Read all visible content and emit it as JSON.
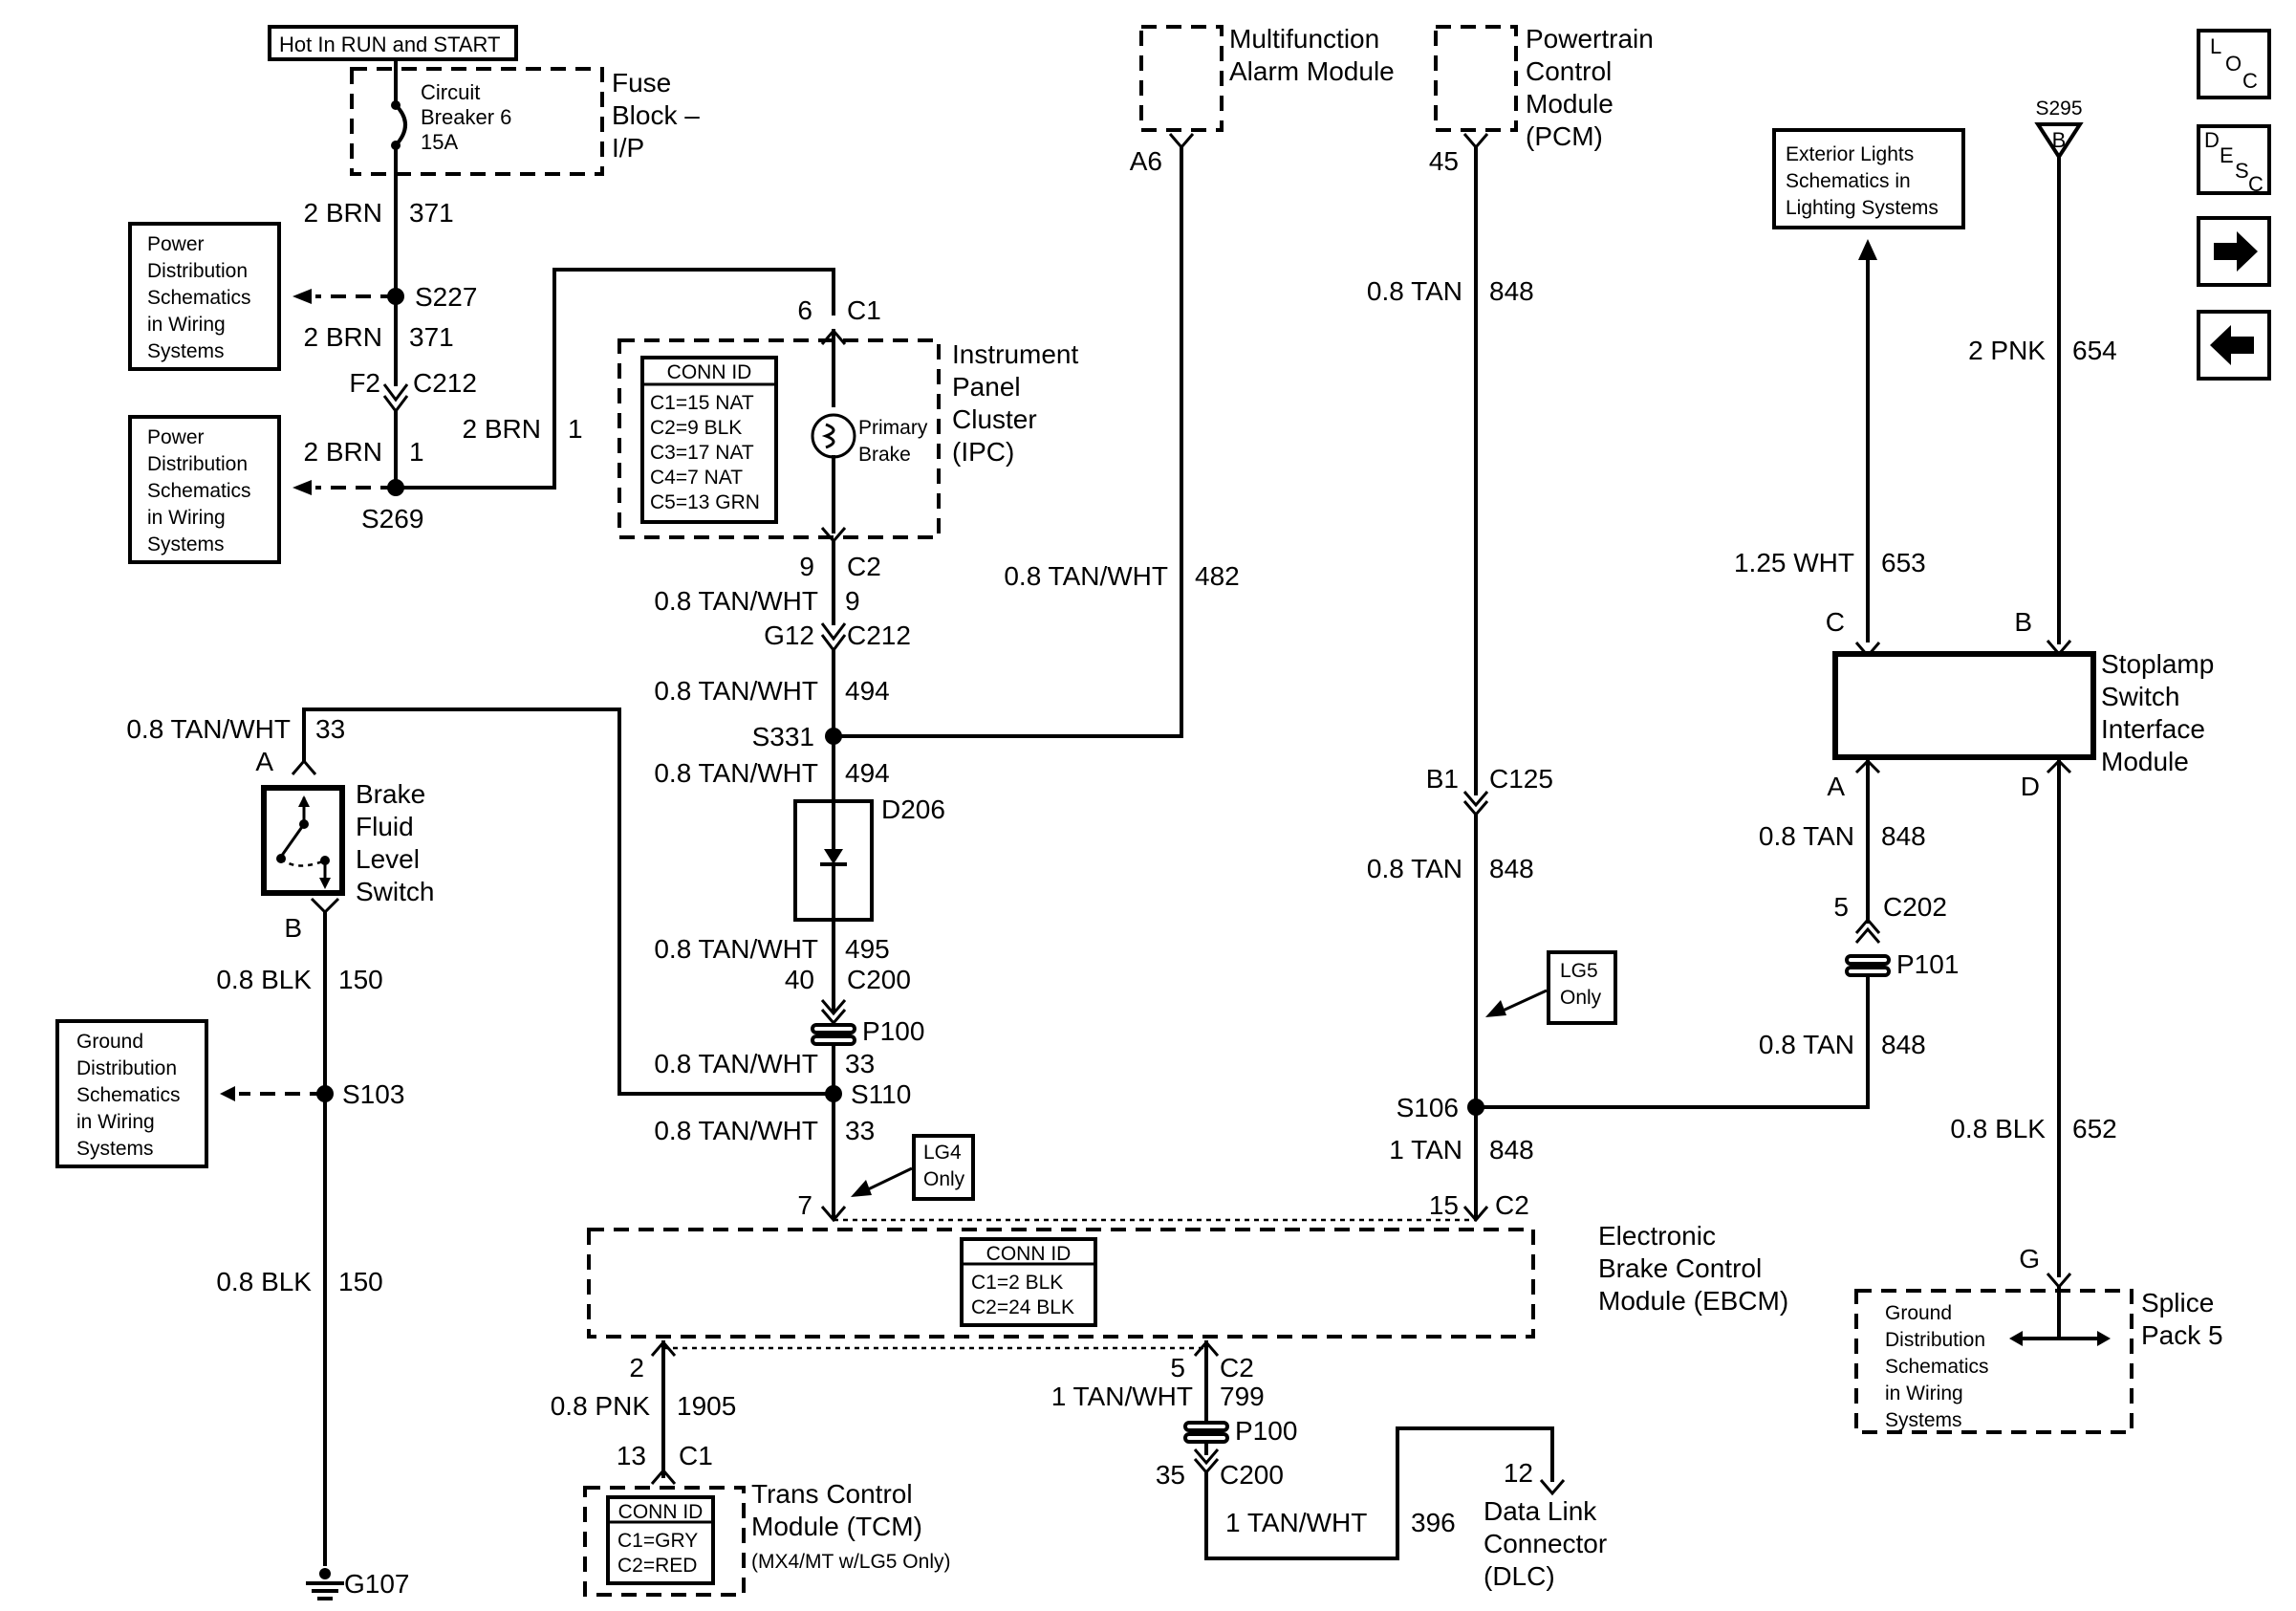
{
  "power": {
    "hot_label": "Hot In RUN and START",
    "cb_lines": [
      "Circuit",
      "Breaker 6",
      "15A"
    ],
    "fuse_block": [
      "Fuse",
      "Block –",
      "I/P"
    ],
    "w1_gauge": "2 BRN",
    "w1_circuit": "371",
    "s227": "S227",
    "w2_gauge": "2 BRN",
    "w2_circuit": "371",
    "c212_pin": "F2",
    "c212": "C212",
    "w3_gauge": "2 BRN",
    "w3_circuit": "1",
    "w4_gauge": "2 BRN",
    "w4_circuit": "1",
    "s269": "S269",
    "pd_box_1": [
      "Power",
      "Distribution",
      "Schematics",
      "in Wiring",
      "Systems"
    ],
    "pd_box_2": [
      "Power",
      "Distribution",
      "Schematics",
      "in Wiring",
      "Systems"
    ]
  },
  "ipc": {
    "pin_top": "6",
    "conn_top": "C1",
    "name": [
      "Instrument",
      "Panel",
      "Cluster",
      "(IPC)"
    ],
    "conn_id_title": "CONN ID",
    "conn_ids": [
      "C1=15 NAT",
      "C2=9 BLK",
      "C3=17 NAT",
      "C4=7 NAT",
      "C5=13 GRN"
    ],
    "bulb_label": [
      "Primary",
      "Brake"
    ],
    "pin_bottom": "9",
    "conn_bottom": "C2",
    "w1_gauge": "0.8 TAN/WHT",
    "w1_circuit": "9",
    "g12_pin": "G12",
    "c212": "C212",
    "w2_gauge": "0.8 TAN/WHT",
    "w2_circuit": "494",
    "s331": "S331",
    "w3_gauge": "0.8 TAN/WHT",
    "w3_circuit": "494",
    "d206": "D206",
    "w4_gauge": "0.8 TAN/WHT",
    "w4_circuit": "495",
    "c200_pin": "40",
    "c200": "C200",
    "p100": "P100",
    "w5_gauge": "0.8 TAN/WHT",
    "w5_circuit": "33",
    "s110": "S110",
    "w6_gauge": "0.8 TAN/WHT",
    "w6_circuit": "33",
    "lg4_note": [
      "LG4",
      "Only"
    ],
    "ebcm_pin": "7"
  },
  "alarm": {
    "name": [
      "Multifunction",
      "Alarm Module"
    ],
    "pin": "A6",
    "w_gauge": "0.8 TAN/WHT",
    "w_circuit": "482"
  },
  "pcm": {
    "name": [
      "Powertrain",
      "Control",
      "Module",
      "(PCM)"
    ],
    "pin": "45",
    "w1_gauge": "0.8 TAN",
    "w1_circuit": "848",
    "c125_pin": "B1",
    "c125": "C125",
    "w2_gauge": "0.8 TAN",
    "w2_circuit": "848",
    "lg5_note": [
      "LG5",
      "Only"
    ],
    "s106": "S106",
    "w3_gauge": "1 TAN",
    "w3_circuit": "848",
    "ebcm_pin": "15",
    "ebcm_conn": "C2"
  },
  "brake_fluid": {
    "w_top_gauge": "0.8 TAN/WHT",
    "w_top_circuit": "33",
    "pin_a": "A",
    "pin_b": "B",
    "name": [
      "Brake",
      "Fluid",
      "Level",
      "Switch"
    ],
    "w1_gauge": "0.8 BLK",
    "w1_circuit": "150",
    "s103": "S103",
    "gd_box": [
      "Ground",
      "Distribution",
      "Schematics",
      "in Wiring",
      "Systems"
    ],
    "w2_gauge": "0.8 BLK",
    "w2_circuit": "150",
    "g107": "G107"
  },
  "ebcm": {
    "name": [
      "Electronic",
      "Brake Control",
      "Module (EBCM)"
    ],
    "conn_id_title": "CONN ID",
    "conn_ids": [
      "C1=2 BLK",
      "C2=24 BLK"
    ]
  },
  "tcm": {
    "pin_top": "2",
    "w_gauge": "0.8 PNK",
    "w_circuit": "1905",
    "pin": "13",
    "conn": "C1",
    "conn_id_title": "CONN ID",
    "conn_ids": [
      "C1=GRY",
      "C2=RED"
    ],
    "name": [
      "Trans Control",
      "Module (TCM)"
    ],
    "note": "(MX4/MT w/LG5 Only)"
  },
  "dlc": {
    "ebcm_pin": "5",
    "ebcm_conn": "C2",
    "w1_gauge": "1 TAN/WHT",
    "w1_circuit": "799",
    "p100": "P100",
    "c200_pin": "35",
    "c200": "C200",
    "w2_gauge": "1 TAN/WHT",
    "w2_circuit": "396",
    "pin": "12",
    "name": [
      "Data Link",
      "Connector",
      "(DLC)"
    ]
  },
  "stoplamp": {
    "ext_lights": [
      "Exterior Lights",
      "Schematics in",
      "Lighting Systems"
    ],
    "s295": "S295",
    "s295_pin": "B",
    "w_b_gauge": "2 PNK",
    "w_b_circuit": "654",
    "w_c_gauge": "1.25 WHT",
    "w_c_circuit": "653",
    "pin_c": "C",
    "pin_b": "B",
    "pin_a": "A",
    "pin_d": "D",
    "name": [
      "Stoplamp",
      "Switch",
      "Interface",
      "Module"
    ],
    "w_a1_gauge": "0.8 TAN",
    "w_a1_circuit": "848",
    "c202_pin": "5",
    "c202": "C202",
    "p101": "P101",
    "w_a2_gauge": "0.8 TAN",
    "w_a2_circuit": "848",
    "w_d_gauge": "0.8 BLK",
    "w_d_circuit": "652",
    "splice_pin": "G",
    "splice_name": [
      "Splice",
      "Pack 5"
    ],
    "gd_box": [
      "Ground",
      "Distribution",
      "Schematics",
      "in Wiring",
      "Systems"
    ]
  },
  "nav": {
    "loc": [
      "L",
      "O",
      "C"
    ],
    "desc": [
      "D",
      "E",
      "S",
      "C"
    ]
  }
}
